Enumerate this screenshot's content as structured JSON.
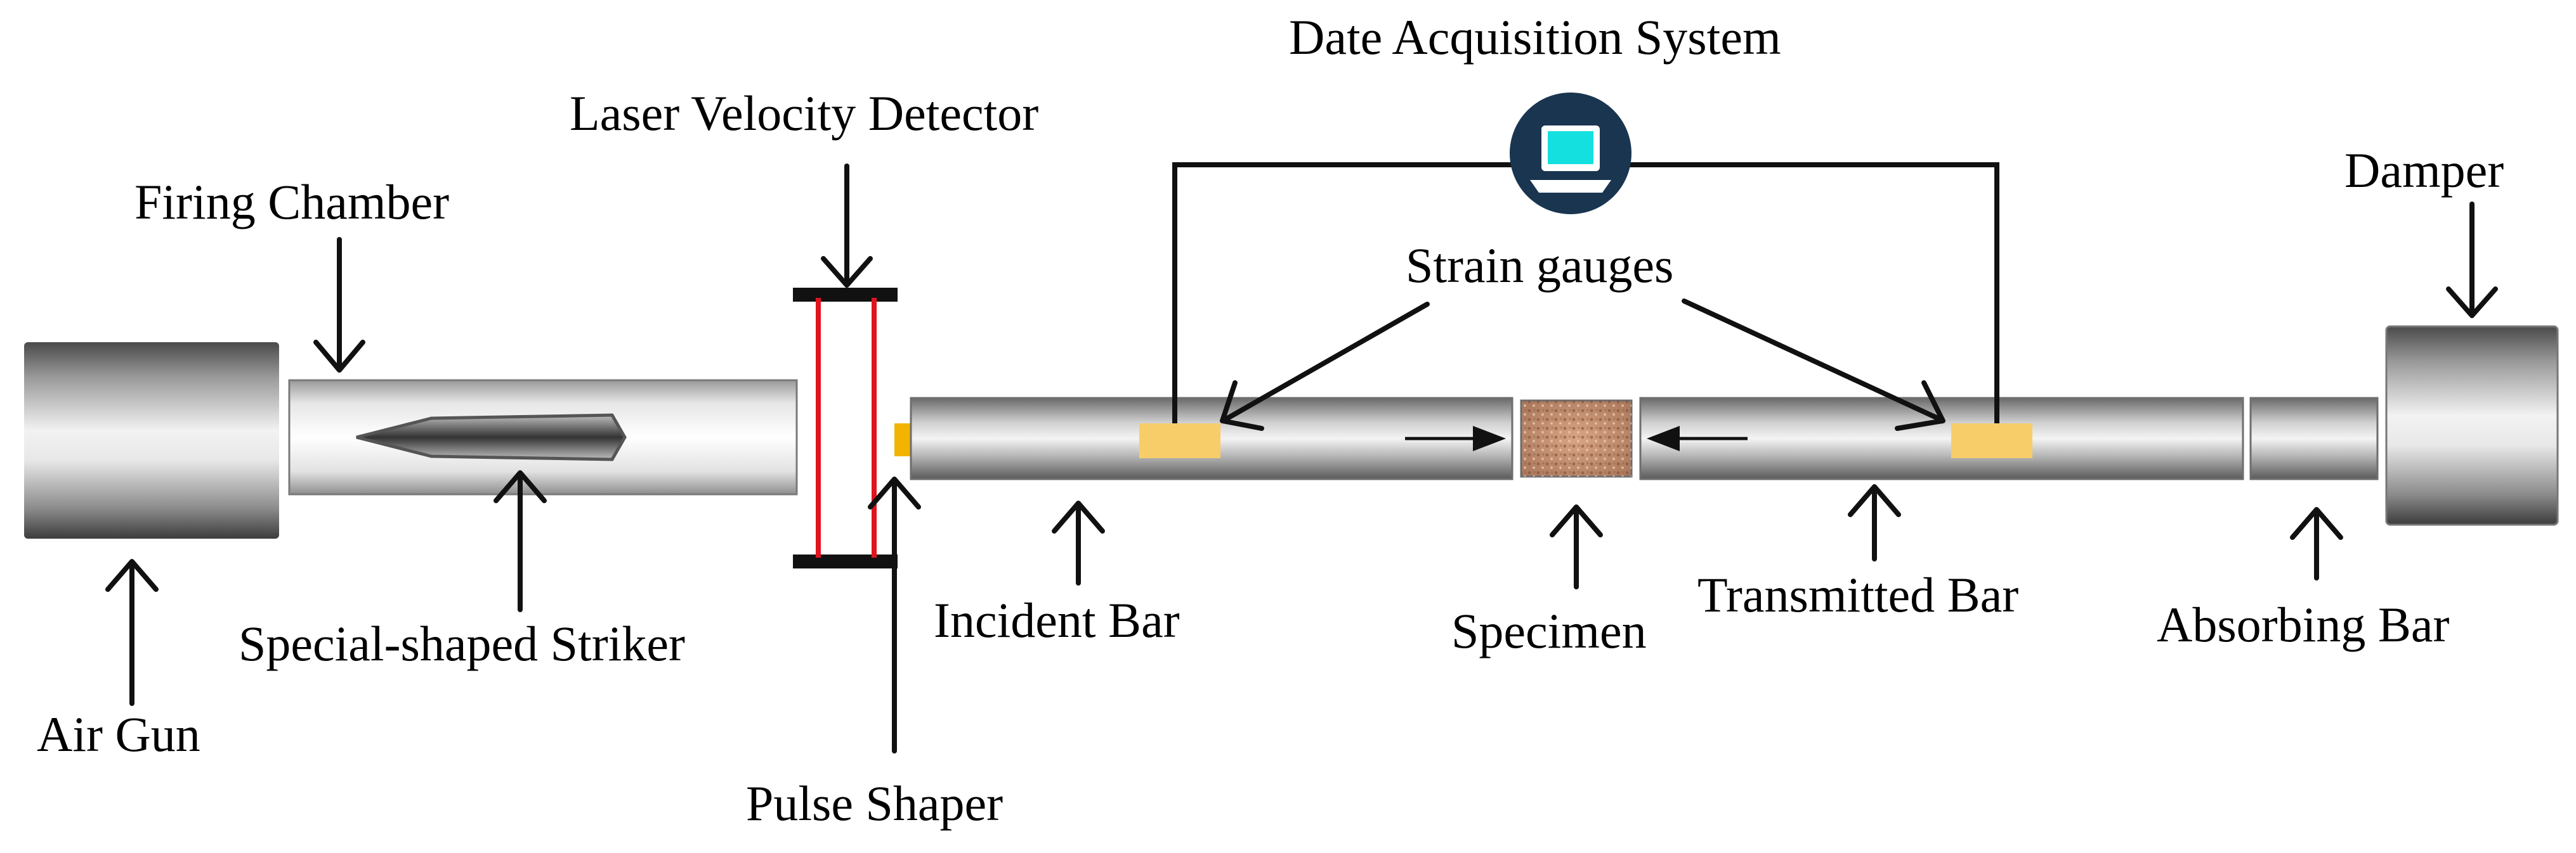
{
  "labels": {
    "data_acquisition": "Date Acquisition System",
    "laser_velocity_detector": "Laser Velocity Detector",
    "firing_chamber": "Firing Chamber",
    "strain_gauges": "Strain gauges",
    "damper": "Damper",
    "special_shaped_striker": "Special-shaped Striker",
    "air_gun": "Air Gun",
    "incident_bar": "Incident Bar",
    "specimen": "Specimen",
    "transmitted_bar": "Transmitted Bar",
    "absorbing_bar": "Absorbing Bar",
    "pulse_shaper": "Pulse Shaper"
  },
  "colors": {
    "laser_beam": "#e0141e",
    "strain_gauge": "#f7cd6a",
    "pulse_shaper": "#f2b400",
    "computer_badge": "#1a3550",
    "computer_screen": "#14e0e0"
  },
  "icons": {
    "computer": "laptop-icon"
  }
}
